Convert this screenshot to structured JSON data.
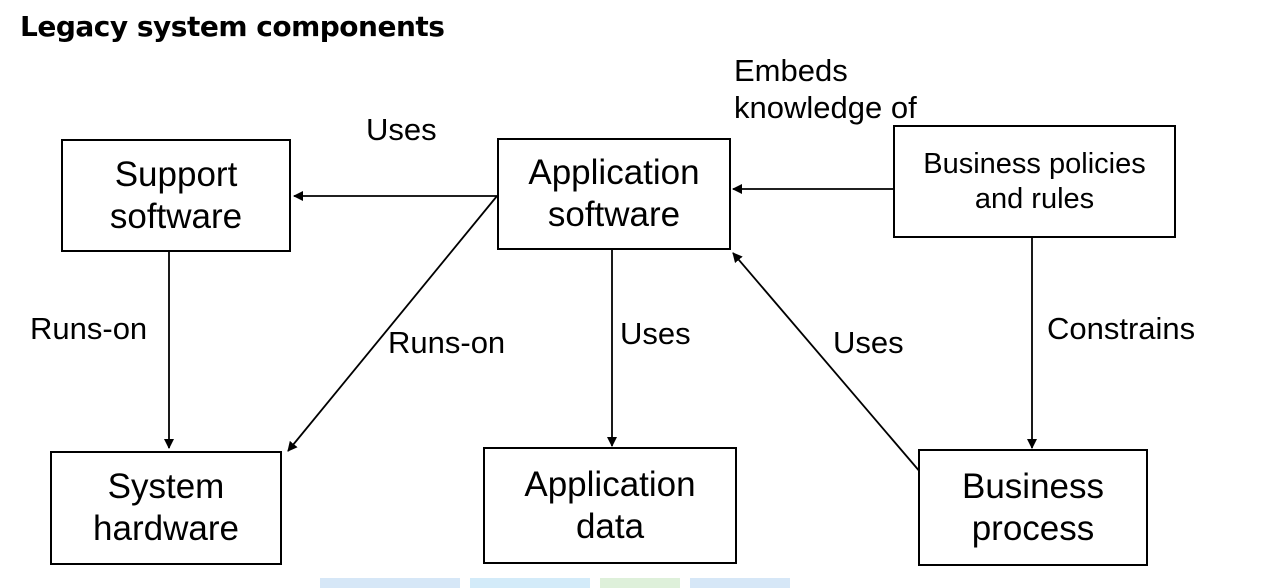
{
  "title": "Legacy system components",
  "nodes": {
    "support_software": [
      "Support",
      "software"
    ],
    "application_software": [
      "Application",
      "software"
    ],
    "business_policies": [
      "Business policies",
      "and rules"
    ],
    "system_hardware": [
      "System",
      "hardware"
    ],
    "application_data": [
      "Application",
      "data"
    ],
    "business_process": [
      "Business",
      "process"
    ]
  },
  "edge_labels": {
    "app_uses_support": "Uses",
    "policies_embeds": [
      "Embeds",
      "knowledge of"
    ],
    "support_runs_on_hardware": "Runs-on",
    "app_runs_on_hardware": "Runs-on",
    "app_uses_data": "Uses",
    "process_uses_app": "Uses",
    "policies_constrains_process": "Constrains"
  }
}
